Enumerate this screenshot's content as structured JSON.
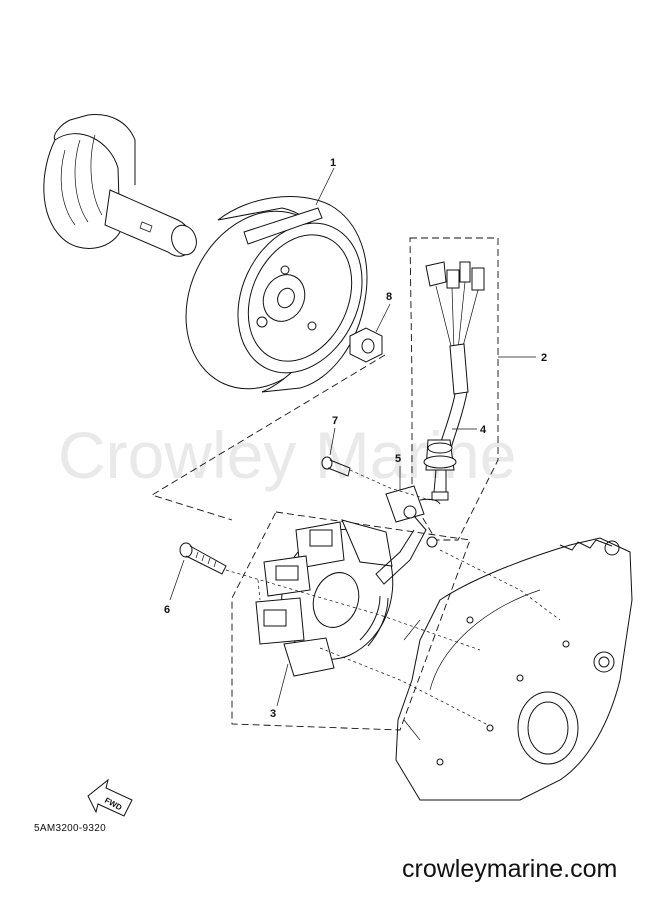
{
  "watermark": "Crowley Marine",
  "diagram_code": "5AM3200-9320",
  "site_url": "crowleymarine.com",
  "fwd_label": "FWD",
  "callouts": {
    "c1": "1",
    "c2": "2",
    "c3": "3",
    "c4": "4",
    "c5": "5",
    "c6": "6",
    "c7": "7",
    "c8": "8"
  }
}
